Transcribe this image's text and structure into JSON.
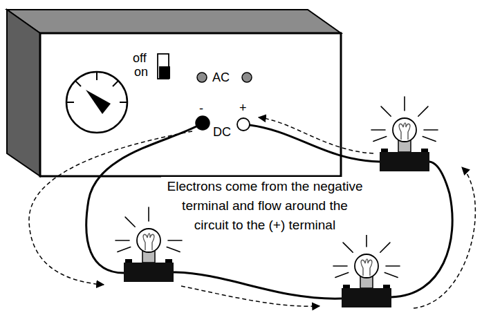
{
  "diagram": {
    "nodes": [
      {
        "text": [
          "off",
          "on",
          "AC",
          "-",
          "+",
          "DC"
        ]
      }
    ],
    "labels": [
      "Electrons come from the negative terminal and flow around the circuit to the (+) terminal"
    ]
  }
}
